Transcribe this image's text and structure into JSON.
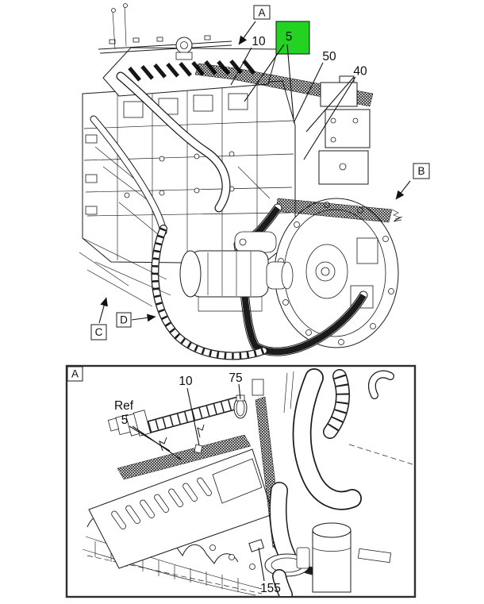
{
  "figure": {
    "background": "#ffffff",
    "line_color": "#1b1b1b",
    "highlight_color": "#24d321",
    "frame_color": "#2e2e2e"
  },
  "main_view": {
    "detail_markers": [
      {
        "id": "A",
        "label": "A"
      },
      {
        "id": "B",
        "label": "B"
      },
      {
        "id": "C",
        "label": "C"
      },
      {
        "id": "D",
        "label": "D"
      }
    ],
    "item_callouts": [
      {
        "id": "10",
        "label": "10",
        "highlighted": false
      },
      {
        "id": "5",
        "label": "5",
        "highlighted": true
      },
      {
        "id": "50",
        "label": "50",
        "highlighted": false
      },
      {
        "id": "40",
        "label": "40",
        "highlighted": false
      }
    ]
  },
  "inset_view": {
    "frame_label": "A",
    "item_callouts": [
      {
        "id": "ref",
        "label": "Ref"
      },
      {
        "id": "5",
        "label": "5"
      },
      {
        "id": "10",
        "label": "10"
      },
      {
        "id": "75",
        "label": "75"
      },
      {
        "id": "155",
        "label": "155"
      }
    ]
  }
}
